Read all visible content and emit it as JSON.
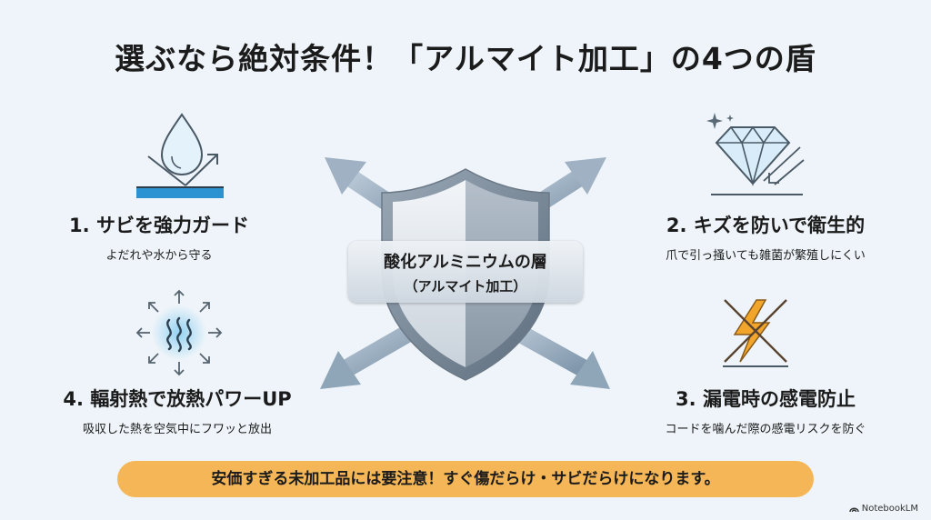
{
  "title": "選ぶなら絶対条件！「アルマイト加工」の4つの盾",
  "center": {
    "line1": "酸化アルミニウムの層",
    "line2": "（アルマイト加工）"
  },
  "features": [
    {
      "title": "1. サビを強力ガード",
      "desc": "よだれや水から守る",
      "icon": "water-drop-icon"
    },
    {
      "title": "2. キズを防いで衛生的",
      "desc": "爪で引っ掻いても雑菌が繁殖しにくい",
      "icon": "diamond-icon"
    },
    {
      "title": "3. 漏電時の感電防止",
      "desc": "コードを噛んだ際の感電リスクを防ぐ",
      "icon": "lightning-blocked-icon"
    },
    {
      "title": "4. 輻射熱で放熱パワーUP",
      "desc": "吸収した熱を空気中にフワッと放出",
      "icon": "heat-radiation-icon"
    }
  ],
  "banner": "安価すぎる未加工品には要注意！すぐ傷だらけ・サビだらけになります。",
  "brand": "NotebookLM",
  "colors": {
    "background": "#eef4f9",
    "banner": "#f4b656",
    "accent_blue": "#2b93d1",
    "lightning": "#f2a52b",
    "arrow": "#8fa5b8"
  }
}
